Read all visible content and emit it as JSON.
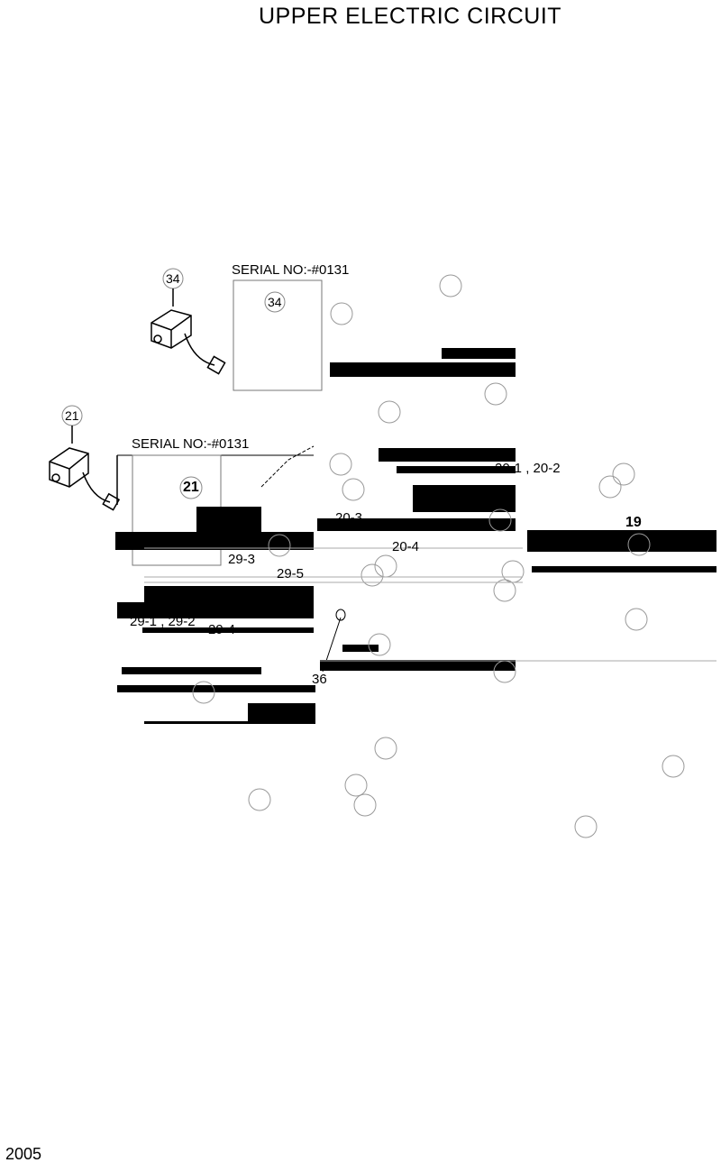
{
  "title": "UPPER ELECTRIC CIRCUIT",
  "footer": "2005",
  "labels": {
    "serial_top": "SERIAL NO:-#0131",
    "serial_mid": "SERIAL NO:-#0131",
    "p34_outer": "34",
    "p34_inner": "34",
    "p21_outer": "21",
    "p21_inner": "21",
    "p20_1_2": "20-1 , 20-2",
    "p20_3": "20-3",
    "p20_4": "20-4",
    "p29_3": "29-3",
    "p29_5": "29-5",
    "p29_1_2": "29-1 , 29-2",
    "p29_4": "29-4",
    "p36": "36",
    "p19": "19"
  }
}
